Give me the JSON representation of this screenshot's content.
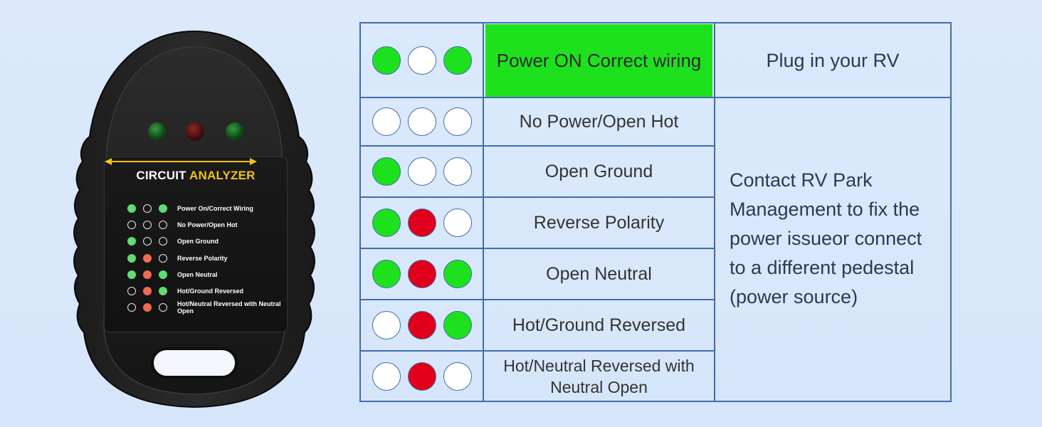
{
  "device": {
    "panel_title_part1": "CIRCUIT",
    "panel_title_part2": "ANALYZER",
    "legend": [
      {
        "dots": [
          "green",
          "off",
          "green"
        ],
        "label": "Power On/Correct Wiring"
      },
      {
        "dots": [
          "off",
          "off",
          "off"
        ],
        "label": "No Power/Open Hot"
      },
      {
        "dots": [
          "green",
          "off",
          "off"
        ],
        "label": "Open Ground"
      },
      {
        "dots": [
          "green",
          "red",
          "off"
        ],
        "label": "Reverse Polarity"
      },
      {
        "dots": [
          "green",
          "red",
          "green"
        ],
        "label": "Open Neutral"
      },
      {
        "dots": [
          "off",
          "red",
          "green"
        ],
        "label": "Hot/Ground Reversed"
      },
      {
        "dots": [
          "off",
          "red",
          "off"
        ],
        "label": "Hot/Neutral Reversed with Neutral Open"
      }
    ]
  },
  "table": {
    "rows": [
      {
        "dots": [
          "green",
          "off",
          "green"
        ],
        "status": "Power ON Correct wiring"
      },
      {
        "dots": [
          "off",
          "off",
          "off"
        ],
        "status": "No Power/Open Hot"
      },
      {
        "dots": [
          "green",
          "off",
          "off"
        ],
        "status": "Open Ground"
      },
      {
        "dots": [
          "green",
          "red",
          "off"
        ],
        "status": "Reverse Polarity"
      },
      {
        "dots": [
          "green",
          "red",
          "green"
        ],
        "status": "Open Neutral"
      },
      {
        "dots": [
          "off",
          "red",
          "green"
        ],
        "status": "Hot/Ground Reversed"
      },
      {
        "dots": [
          "off",
          "red",
          "off"
        ],
        "status": "Hot/Neutral Reversed with Neutral Open"
      }
    ],
    "action_ok": "Plug in your RV",
    "action_fault": "Contact RV Park Management  to fix the power issueor connect to a different pedestal (power source)"
  },
  "colors": {
    "green": "#1ee11e",
    "red": "#e0001b",
    "border": "#3f6ea8",
    "panel_title_yellow": "#f2c21b"
  }
}
